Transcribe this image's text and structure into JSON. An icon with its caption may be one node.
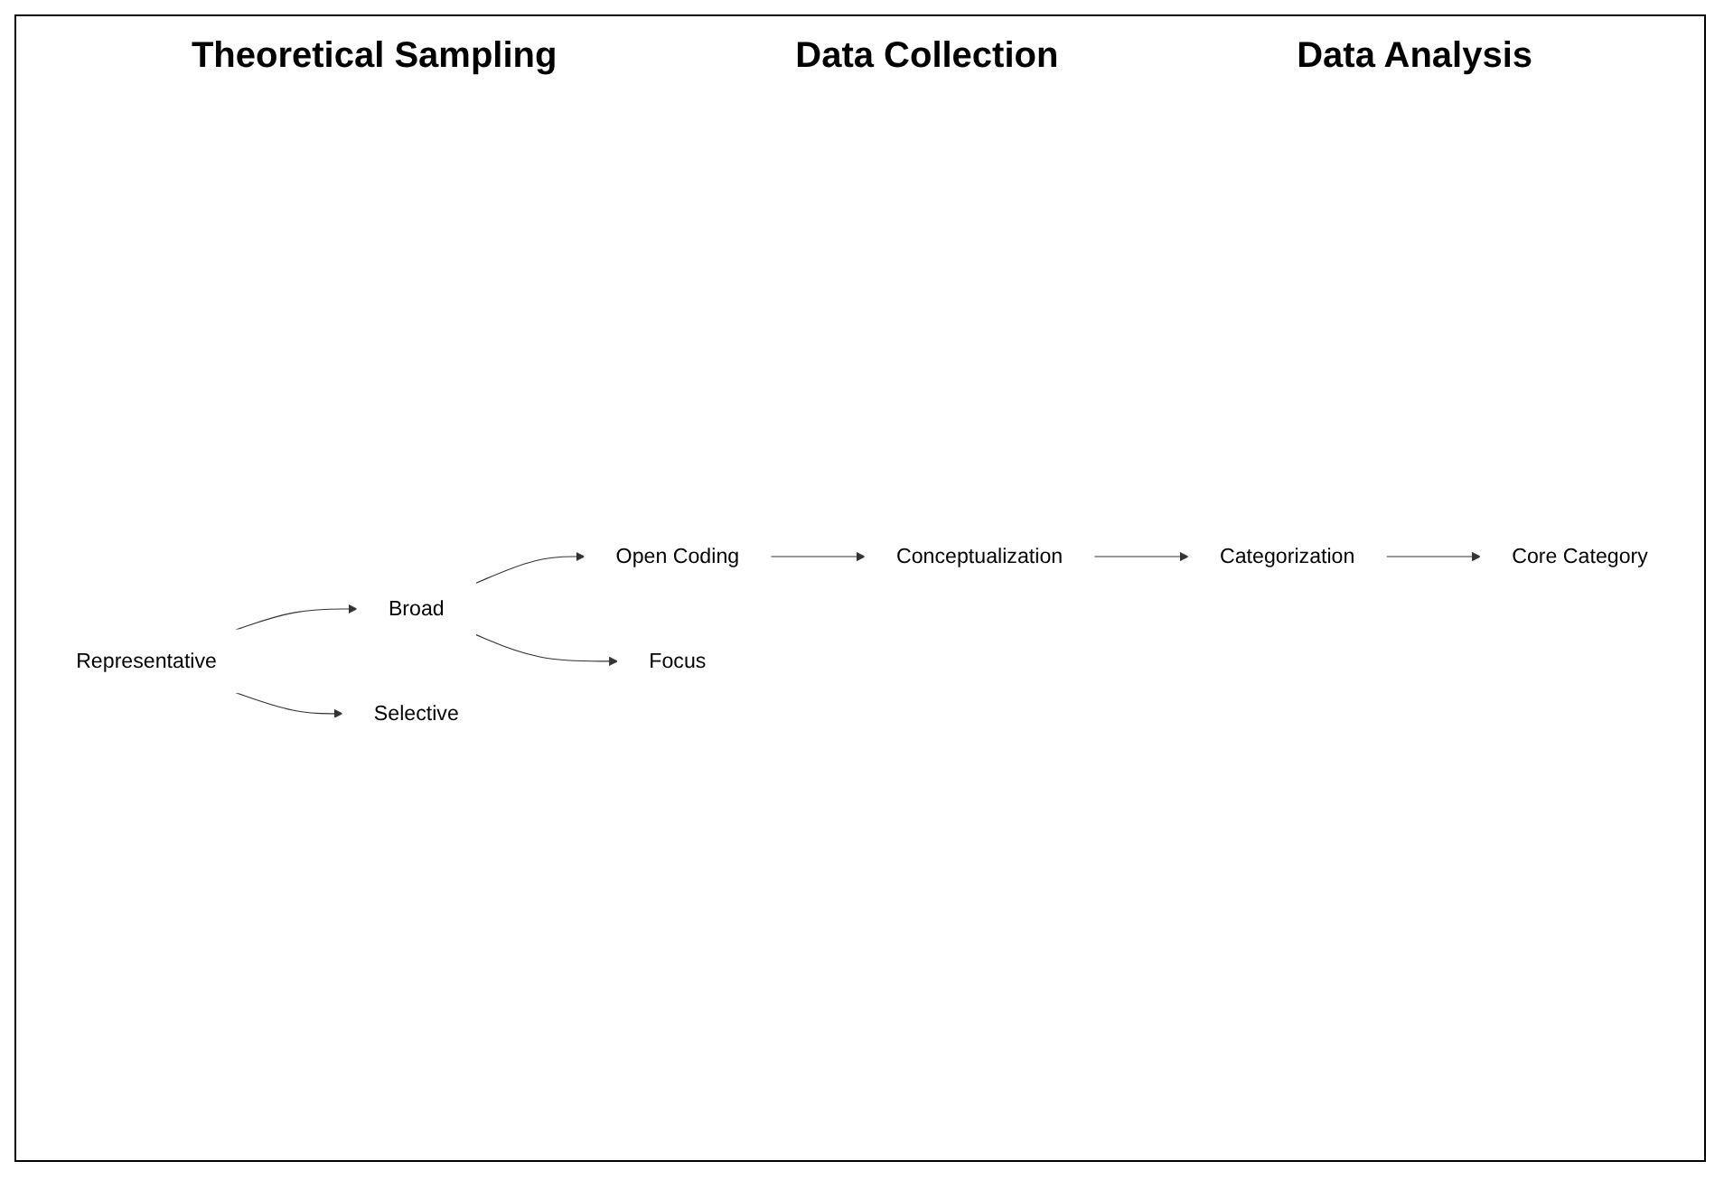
{
  "diagram": {
    "nodes": [
      {
        "text": [
          "Representative"
        ]
      },
      {
        "text": [
          "Broad"
        ]
      },
      {
        "text": [
          "Open Coding"
        ]
      },
      {
        "text": [
          "Conceptualization"
        ]
      },
      {
        "text": [
          "Categorization"
        ]
      },
      {
        "text": [
          "Selective"
        ]
      },
      {
        "text": [
          "Focus"
        ]
      },
      {
        "text": [
          "Core Category"
        ]
      }
    ],
    "edges": [
      {
        "from": 0,
        "to": 1,
        "arrow": "to"
      },
      {
        "from": 1,
        "to": 2,
        "arrow": "to"
      },
      {
        "from": 0,
        "to": 5,
        "arrow": "to"
      },
      {
        "from": 1,
        "to": 6,
        "arrow": "to"
      },
      {
        "from": 2,
        "to": 3,
        "arrow": "to"
      },
      {
        "from": 3,
        "to": 4,
        "arrow": "to"
      },
      {
        "from": 4,
        "to": 7,
        "arrow": "to"
      }
    ],
    "labels": [
      "Theoretical Sampling",
      "Data Collection",
      "Data Analysis"
    ]
  }
}
